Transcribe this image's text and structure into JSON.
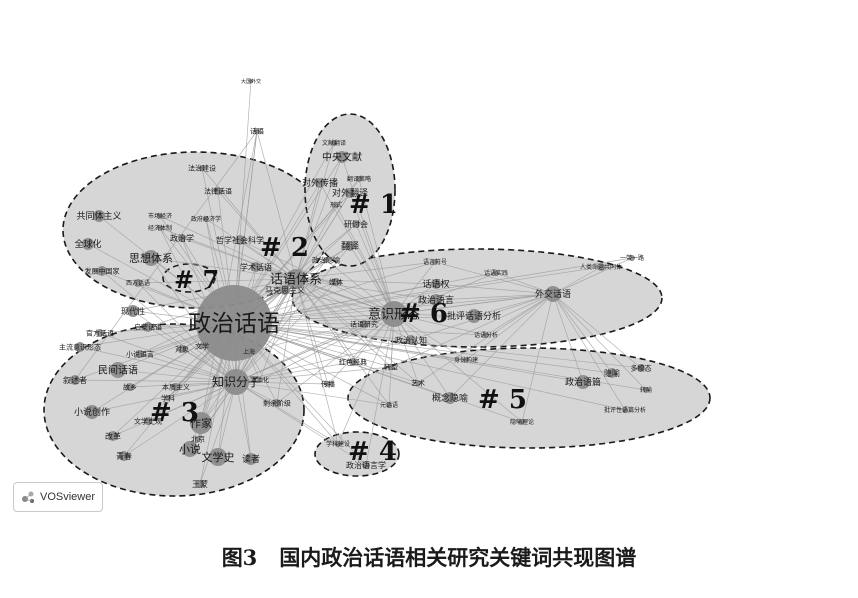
{
  "caption": {
    "figure_number": "图3",
    "title": "国内政治话语相关研究关键词共现图谱"
  },
  "badge": {
    "label": "VOSviewer"
  },
  "clusters": [
    {
      "label": "# 1"
    },
    {
      "label": "# 2"
    },
    {
      "label": "# 3"
    },
    {
      "label": "# 4"
    },
    {
      "label": "# 5"
    },
    {
      "label": "# 6"
    },
    {
      "label": "# 7"
    }
  ],
  "keywords": [
    "政治话语",
    "话语体系",
    "知识分子",
    "作家",
    "文学史",
    "读者",
    "王蒙",
    "北京",
    "小说",
    "青春",
    "改革",
    "故乡",
    "小说创作",
    "民间话语",
    "叙述者",
    "主流意识形态",
    "官方话语",
    "小说语言",
    "启蒙话语",
    "现代性",
    "本质主义",
    "学科",
    "文学史观",
    "剩余阶级",
    "本土化",
    "上海",
    "对象",
    "文学",
    "思想体系",
    "全球化",
    "共同体主义",
    "法治建设",
    "法律话语",
    "市场经济",
    "经济体制",
    "政治学",
    "政府经济学",
    "哲学社会科学",
    "学术话语",
    "马克思主义",
    "发展中国家",
    "西方话语",
    "中央文献",
    "文献翻译",
    "对外传播",
    "翻译策略",
    "对外翻译",
    "研讨会",
    "翻译",
    "形式",
    "话语",
    "大国外交",
    "政治隐喻",
    "意识形态",
    "话语权",
    "政治语言",
    "批评话语分析",
    "外交话语",
    "语言符号",
    "话语实践",
    "人类命运共同体",
    "一带一路",
    "媒体",
    "话语研究",
    "政治认知",
    "身份构建",
    "话语分析",
    "多模态",
    "隐喻",
    "转喻",
    "政治语篇",
    "批评性语篇分析",
    "隐喻理论",
    "概念隐喻",
    "元话语",
    "艺术",
    "转型",
    "政治语言学",
    "学科建设",
    "红色经典",
    "传播"
  ]
}
